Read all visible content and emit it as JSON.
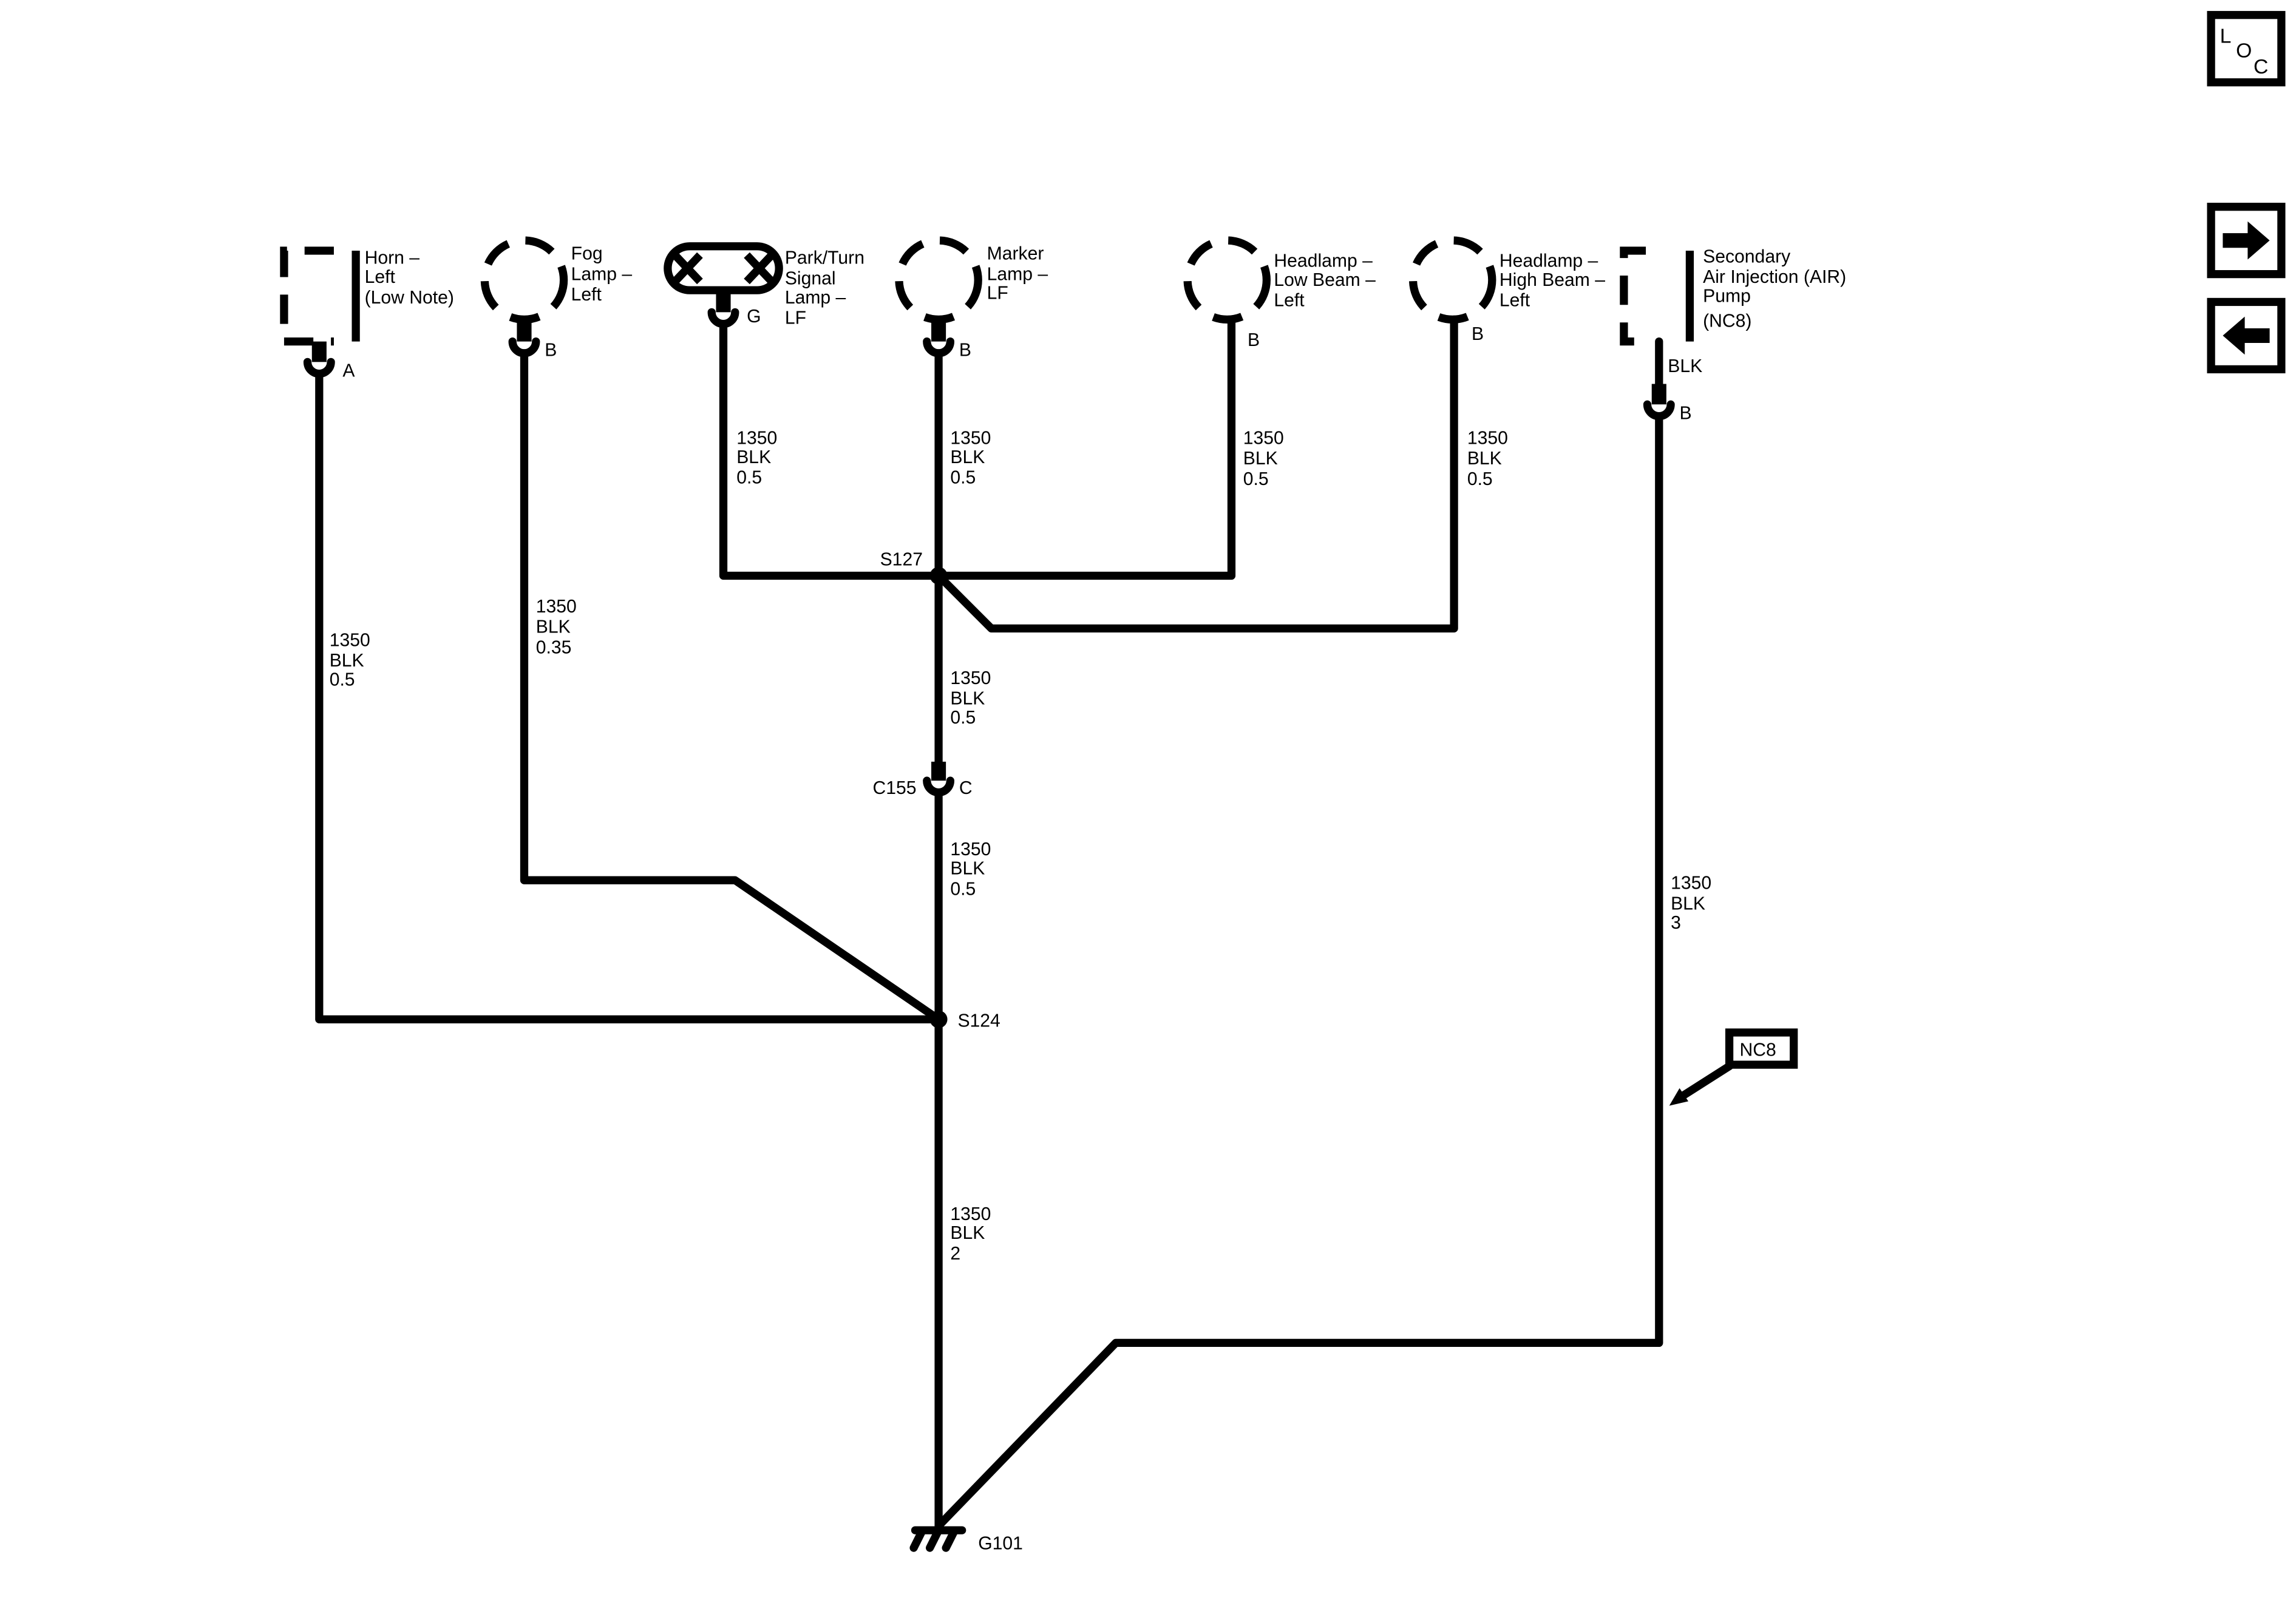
{
  "nav": {
    "loc_l": "L",
    "loc_o": "O",
    "loc_c": "C",
    "forward_icon": "arrow-right-icon",
    "back_icon": "arrow-left-icon"
  },
  "components": {
    "horn": [
      "Horn –",
      "Left",
      "(Low Note)"
    ],
    "horn_pin": "A",
    "fog": [
      "Fog",
      "Lamp –",
      "Left"
    ],
    "fog_pin": "B",
    "park": [
      "Park/Turn",
      "Signal",
      "Lamp –",
      "LF"
    ],
    "park_pin": "G",
    "marker": [
      "Marker",
      "Lamp –",
      "LF"
    ],
    "marker_pin": "B",
    "low": [
      "Headlamp –",
      "Low Beam –",
      "Left"
    ],
    "low_pin": "B",
    "high": [
      "Headlamp –",
      "High Beam –",
      "Left"
    ],
    "high_pin": "B",
    "air": [
      "Secondary",
      "Air Injection (AIR)",
      "Pump",
      "(NC8)"
    ],
    "air_wire": "BLK",
    "air_pin": "B"
  },
  "wires": {
    "horn": [
      "1350",
      "BLK",
      "0.5"
    ],
    "fog": [
      "1350",
      "BLK",
      "0.35"
    ],
    "park": [
      "1350",
      "BLK",
      "0.5"
    ],
    "marker": [
      "1350",
      "BLK",
      "0.5"
    ],
    "low": [
      "1350",
      "BLK",
      "0.5"
    ],
    "high": [
      "1350",
      "BLK",
      "0.5"
    ],
    "s127_c155": [
      "1350",
      "BLK",
      "0.5"
    ],
    "c155_s124": [
      "1350",
      "BLK",
      "0.5"
    ],
    "s124_ground": [
      "1350",
      "BLK",
      "2"
    ],
    "air": [
      "1350",
      "BLK",
      "3"
    ]
  },
  "splices": {
    "s127": "S127",
    "s124": "S124"
  },
  "connector": {
    "name": "C155",
    "pin": "C"
  },
  "ground": "G101",
  "option_tag": "NC8"
}
